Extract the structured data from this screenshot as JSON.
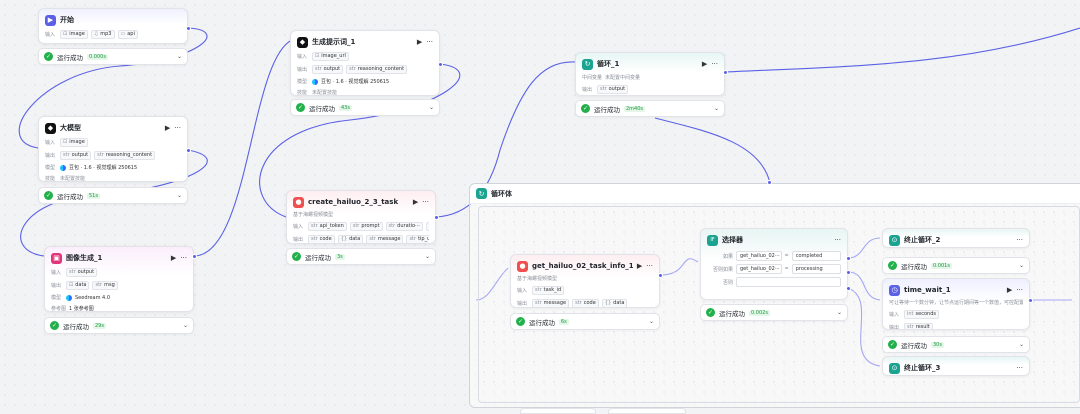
{
  "nodes": {
    "start": {
      "title": "开始",
      "input_label": "输入",
      "params": [
        {
          "type": "⊡",
          "name": "image"
        },
        {
          "type": "♫",
          "name": "mp3"
        },
        {
          "type": "▭",
          "name": "api"
        }
      ],
      "status": "运行成功",
      "duration": "0.000s"
    },
    "llm": {
      "title": "大模型",
      "input_label": "输入",
      "input_param": {
        "type": "⊡",
        "name": "image"
      },
      "output_label": "输出",
      "outputs": [
        {
          "type": "str",
          "name": "output"
        },
        {
          "type": "str",
          "name": "reasoning_content"
        }
      ],
      "model_label": "模型",
      "model": "豆包 · 1.6 · 视觉理解 250615",
      "skill_label": "技能",
      "skill": "未配置技能",
      "status": "运行成功",
      "duration": "51s"
    },
    "prompt": {
      "title": "生成提示词_1",
      "input_label": "输入",
      "input_param": {
        "type": "⊡",
        "name": "image_url"
      },
      "output_label": "输出",
      "outputs": [
        {
          "type": "str",
          "name": "output"
        },
        {
          "type": "str",
          "name": "reasoning_content"
        }
      ],
      "model_label": "模型",
      "model": "豆包 · 1.6 · 视觉理解 250615",
      "skill_label": "技能",
      "skill": "未配置技能",
      "status": "运行成功",
      "duration": "43s"
    },
    "image_gen": {
      "title": "图像生成_1",
      "input_label": "输入",
      "input_param": {
        "type": "str",
        "name": "output"
      },
      "output_label": "输出",
      "outputs": [
        {
          "type": "⊡",
          "name": "data"
        },
        {
          "type": "str",
          "name": "msg"
        }
      ],
      "model_label": "模型",
      "model": "Seedream 4.0",
      "ref_label": "参考图",
      "ref": "1 张参考图",
      "status": "运行成功",
      "duration": "29s"
    },
    "create_task": {
      "title": "create_hailuo_2_3_task",
      "desc": "基于海螺视频模型",
      "input_label": "输入",
      "inputs": [
        {
          "type": "str",
          "name": "api_token"
        },
        {
          "type": "str",
          "name": "prompt"
        },
        {
          "type": "str",
          "name": "duratio···"
        },
        {
          "type": "",
          "name": "···"
        }
      ],
      "output_label": "输出",
      "outputs": [
        {
          "type": "str",
          "name": "code"
        },
        {
          "type": "{}",
          "name": "data"
        },
        {
          "type": "str",
          "name": "message"
        },
        {
          "type": "str",
          "name": "tip_url"
        }
      ],
      "status": "运行成功",
      "duration": "3s"
    },
    "loop": {
      "title": "循环_1",
      "var_label": "中间变量",
      "var": "未配置中间变量",
      "output_label": "输出",
      "outputs": [
        {
          "type": "str",
          "name": "output"
        }
      ],
      "status": "运行成功",
      "duration": "2m40s"
    },
    "get_task": {
      "title": "get_hailuo_02_task_info_1",
      "desc": "基于海螺视频模型",
      "input_label": "输入",
      "inputs": [
        {
          "type": "str",
          "name": "task_id"
        }
      ],
      "output_label": "输出",
      "outputs": [
        {
          "type": "str",
          "name": "message"
        },
        {
          "type": "str",
          "name": "code"
        },
        {
          "type": "{}",
          "name": "data"
        }
      ],
      "status": "运行成功",
      "duration": "6s"
    },
    "selector": {
      "title": "选择器",
      "if_label": "如果",
      "elif_label": "否则如果",
      "else_label": "否则",
      "cond1_left": "get_hailuo_02···",
      "cond1_op": "=",
      "cond1_right": "completed",
      "cond2_left": "get_hailuo_02···",
      "cond2_op": "=",
      "cond2_right": "processing",
      "status": "运行成功",
      "duration": "0.002s"
    },
    "stop2": {
      "title": "终止循环_2",
      "status": "运行成功",
      "duration": "0.001s"
    },
    "wait": {
      "title": "time_wait_1",
      "desc": "可让等待一个数分钟，让节点运行期间等一个数值，可控配置分···",
      "input_label": "输入",
      "inputs": [
        {
          "type": "int",
          "name": "seconds"
        }
      ],
      "output_label": "输出",
      "outputs": [
        {
          "type": "str",
          "name": "result"
        }
      ],
      "status": "运行成功",
      "duration": "30s"
    },
    "stop3": {
      "title": "终止循环_3"
    }
  },
  "loop_body": {
    "title": "循环体"
  },
  "colors": {
    "wire": "#5b61e6",
    "success": "#22b04b",
    "start_icon": "#5b61e6",
    "llm_icon": "#111111",
    "image_icon": "#e0357a",
    "api_icon": "#ef4f4f",
    "loop_icon": "#1aa390"
  }
}
